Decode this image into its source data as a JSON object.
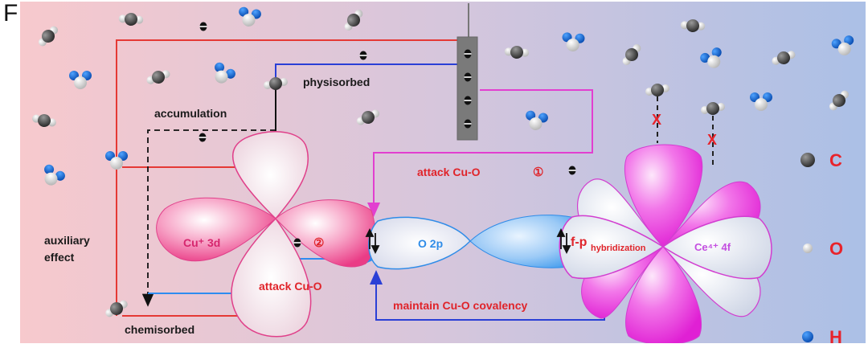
{
  "panel_label": "F",
  "labels": {
    "physisorbed": "physisorbed",
    "accumulation": "accumulation",
    "auxiliary_line1": "auxiliary",
    "auxiliary_line2": "effect",
    "chemisorbed": "chemisorbed",
    "cu_3d": "Cu⁺ 3d",
    "attack_cuo_top": "attack Cu-O",
    "attack_cuo_bottom": "attack Cu-O",
    "step1": "①",
    "step2": "②",
    "o_2p": "O 2p",
    "fp_hybrid_f": "f-p",
    "fp_hybrid_rest": "hybridization",
    "ce_4f": "Ce⁴⁺ 4f",
    "maintain": "maintain Cu-O covalency",
    "blocked_mark": "X"
  },
  "legend": [
    {
      "atom": "C",
      "color": "#4a4a4a"
    },
    {
      "atom": "O",
      "color": "#e8e8e8"
    },
    {
      "atom": "H",
      "color": "#1565c0"
    }
  ],
  "colors": {
    "bg_left": "#f7c8cc",
    "bg_right": "#adc0e4",
    "red_line": "#e53935",
    "blue_line": "#2a3fd6",
    "light_blue_line": "#2f8cf0",
    "magenta_line": "#e23fd0",
    "label_red": "#e0242a",
    "cu_pink": "#ef3f8a",
    "ce_magenta": "#e62ad9",
    "o2p_blue": "#2f8ce8",
    "electrode_gray": "#7a7a7a"
  },
  "electrode": {
    "electron_count": 4
  }
}
